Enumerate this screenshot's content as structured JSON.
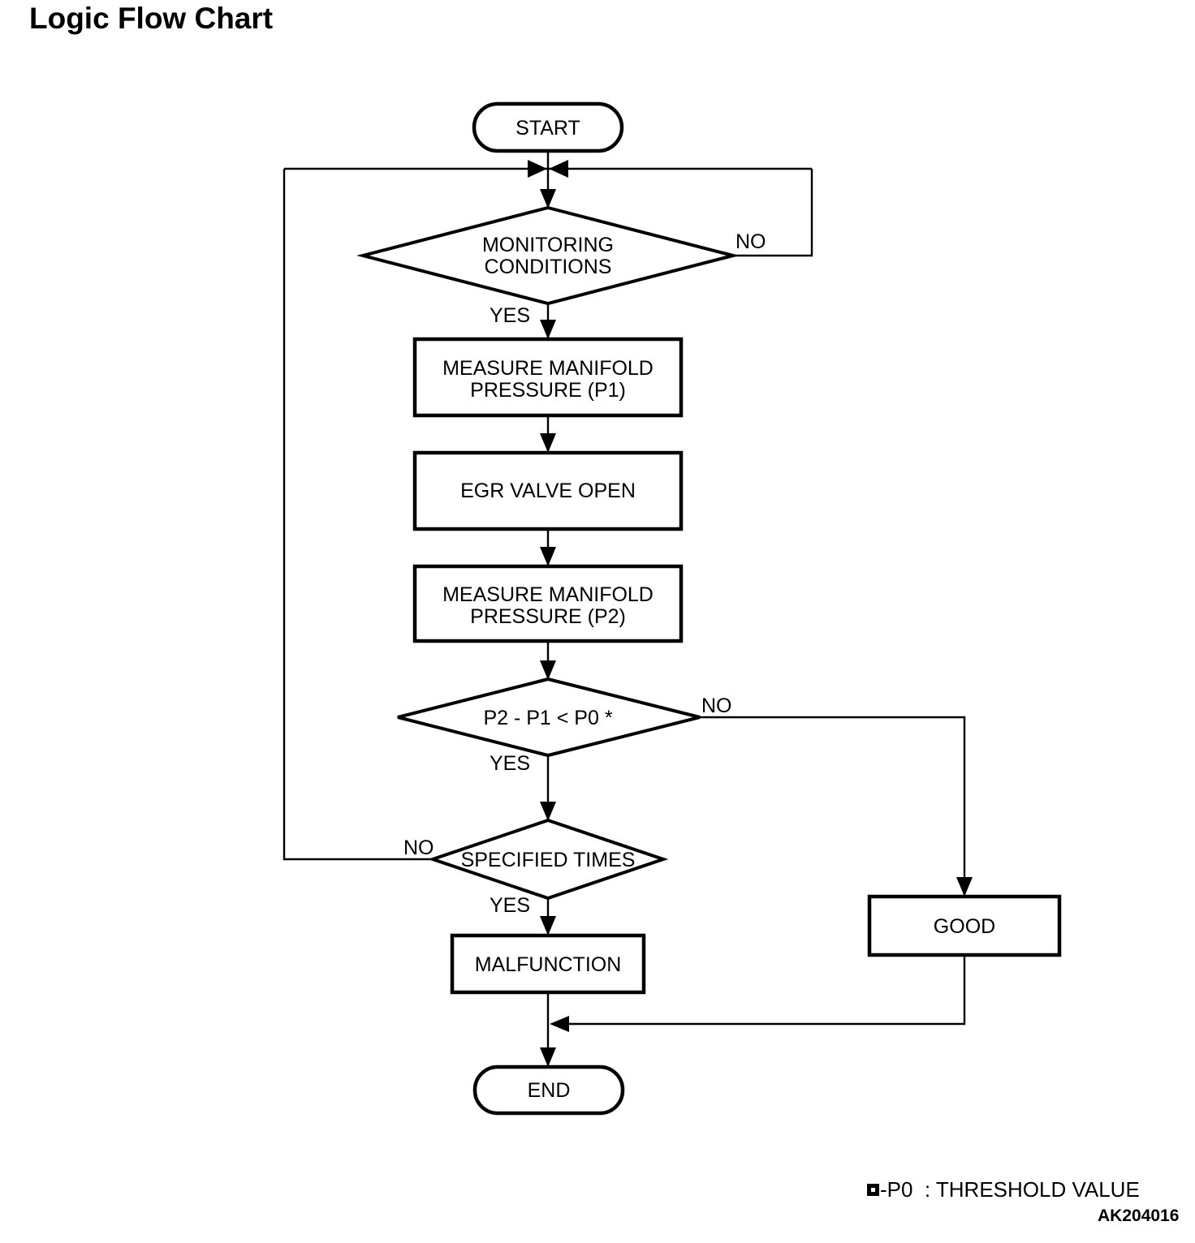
{
  "title": "Logic Flow Chart",
  "figure_code": "AK204016",
  "legend": {
    "text": "-P0  : THRESHOLD VALUE"
  },
  "colors": {
    "ink": "#000000",
    "background": "#ffffff"
  },
  "nodes": {
    "start": {
      "type": "terminator",
      "label": "START"
    },
    "monitoring_conditions": {
      "type": "decision",
      "line1": "MONITORING",
      "line2": "CONDITIONS"
    },
    "measure_p1": {
      "type": "process",
      "line1": "MEASURE MANIFOLD",
      "line2": "PRESSURE (P1)"
    },
    "egr_valve_open": {
      "type": "process",
      "label": "EGR VALVE OPEN"
    },
    "measure_p2": {
      "type": "process",
      "line1": "MEASURE MANIFOLD",
      "line2": "PRESSURE (P2)"
    },
    "compare_pressure": {
      "type": "decision",
      "label": "P2 - P1 < P0 *"
    },
    "specified_times": {
      "type": "decision",
      "label": "SPECIFIED TIMES"
    },
    "malfunction": {
      "type": "process",
      "label": "MALFUNCTION"
    },
    "good": {
      "type": "process",
      "label": "GOOD"
    },
    "end": {
      "type": "terminator",
      "label": "END"
    }
  },
  "edge_labels": {
    "monitoring_no": "NO",
    "monitoring_yes": "YES",
    "compare_no": "NO",
    "compare_yes": "YES",
    "specified_no": "NO",
    "specified_yes": "YES"
  }
}
